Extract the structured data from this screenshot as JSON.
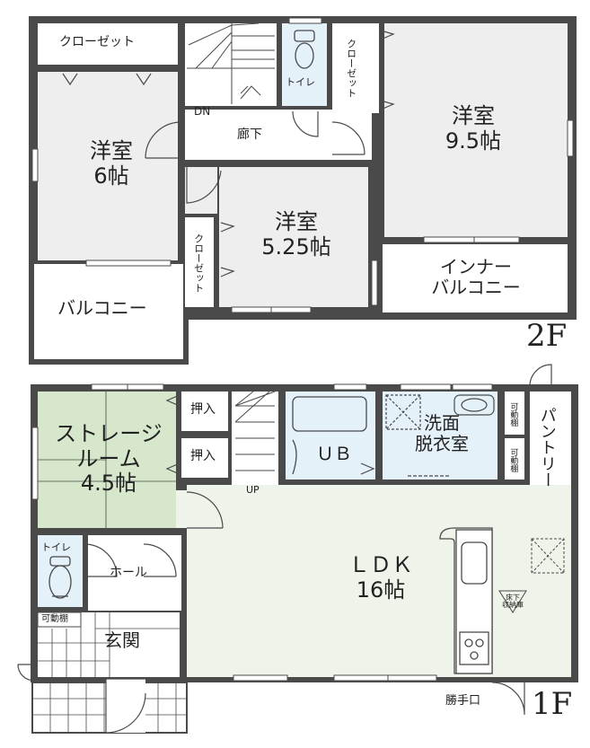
{
  "floors": {
    "second": {
      "label": "2F",
      "rooms": {
        "closet_top": "クローゼット",
        "western_6": {
          "name": "洋室",
          "size": "6帖"
        },
        "balcony": "バルコニー",
        "stairs_dn": "DN",
        "toilet": "トイレ",
        "hallway": "廊下",
        "closet_vertical_right": "クローゼット",
        "closet_vertical_left": "クローゼット",
        "western_525": {
          "name": "洋室",
          "size": "5.25帖"
        },
        "western_95": {
          "name": "洋室",
          "size": "9.5帖"
        },
        "inner_balcony": {
          "line1": "インナー",
          "line2": "バルコニー"
        }
      }
    },
    "first": {
      "label": "1F",
      "rooms": {
        "storage_room": {
          "line1": "ストレージ",
          "line2": "ルーム",
          "size": "4.5帖"
        },
        "closet_upper": "押入",
        "closet_lower": "押入",
        "stairs_up": "UP",
        "unit_bath": "ＵＢ",
        "washroom": {
          "line1": "洗面",
          "line2": "脱衣室"
        },
        "movable_shelf_1": "可動棚",
        "movable_shelf_2": "可動棚",
        "pantry": "パントリー",
        "toilet": "トイレ",
        "hall": "ホール",
        "ldk": {
          "name": "ＬＤＫ",
          "size": "16帖"
        },
        "underfloor_storage": {
          "line1": "床下",
          "line2": "収納庫"
        },
        "movable_shelf_entry": "可動棚",
        "entrance": "玄関",
        "back_door": "勝手口"
      }
    }
  },
  "colors": {
    "wall": "#4a4a4a",
    "room_grey": "#eeeeee",
    "storage_green": "#d6e7cc",
    "ldk_green": "#eef4ea",
    "bath_blue": "#e4f1f9"
  }
}
